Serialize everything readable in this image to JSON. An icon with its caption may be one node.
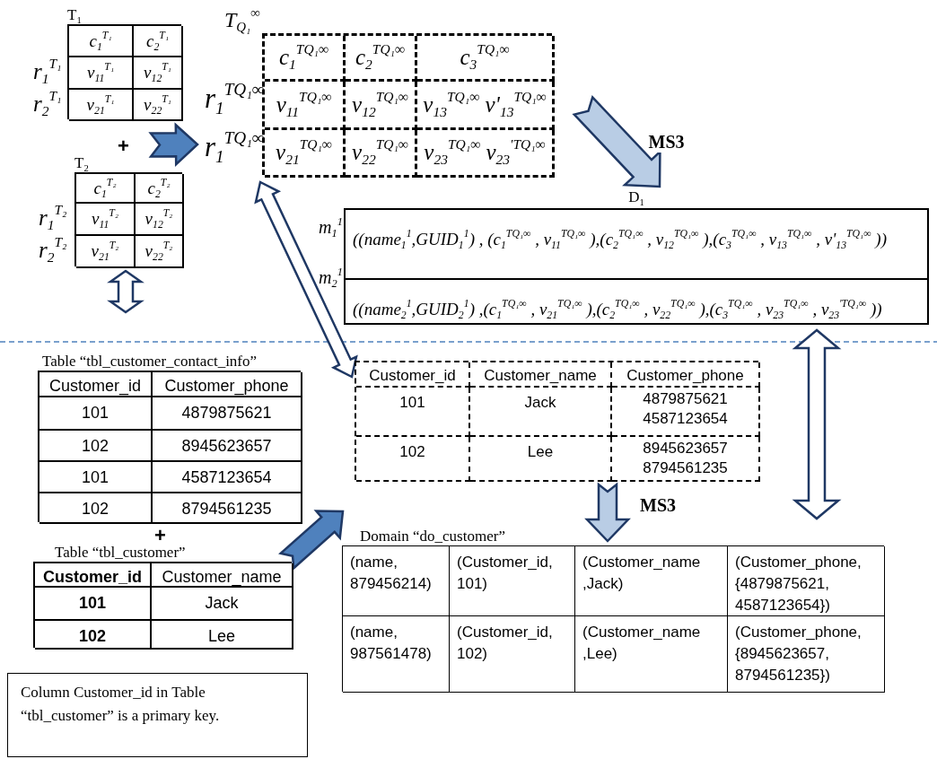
{
  "diagram": {
    "nodes": [
      {
        "text": [
          "T$_{1}$",
          "c$_{1}$$^{T₁}$",
          "c$_{2}$$^{T₁}$",
          "v$_{11}$$^{T₁}$",
          "v$_{12}$$^{T₁}$",
          "v$_{21}$$^{T₁}$",
          "v$_{22}$$^{T₁}$"
        ],
        "beside": [
          "r$_{1}$$^{T₁}$",
          "r$_{2}$$^{T₁}$"
        ]
      },
      {
        "text": [
          "T$_{2}$",
          "c$_{1}$$^{T₂}$",
          "c$_{2}$$^{T₂}$",
          "v$_{11}$$^{T₂}$",
          "v$_{12}$$^{T₂}$",
          "v$_{21}$$^{T₂}$",
          "v$_{22}$$^{T₂}$"
        ],
        "beside": [
          "r$_{1}$$^{T₂}$",
          "r$_{2}$$^{T₂}$"
        ]
      },
      {
        "text": [
          "T$_{Q₁}$$^{∞}$",
          "c$_{1}$$^{TQ₁∞}$",
          "c$_{2}$$^{TQ₁∞}$",
          "c$_{3}$$^{TQ₁∞}$",
          "v$_{11}$$^{TQ₁∞}$",
          "v$_{12}$$^{TQ₁∞}$",
          "v$_{13}$$^{TQ₁∞}$ v'$_{13}$$^{TQ₁∞}$",
          "v$_{21}$$^{TQ₁∞}$",
          "v$_{22}$$^{TQ₁∞}$",
          "v$_{23}$$^{TQ₁∞}$ v$_{23}$$^{'TQ₁∞}$"
        ],
        "beside": [
          "r$_{1}$$^{TQ₁∞}$",
          "r$_{1}$$^{TQ₁∞}$"
        ]
      },
      {
        "text": [
          "D$_{1}$",
          "((name$_{1}$$^{1}$,GUID$_{1}$$^{1}$) , (c$_{1}$$^{TQ₁∞}$ , v$_{11}$$^{TQ₁∞}$ ),(c$_{2}$$^{TQ₁∞}$ , v$_{12}$$^{TQ₁∞}$ ),(c$_{3}$$^{TQ₁∞}$ , v$_{13}$$^{TQ₁∞}$ , v'$_{13}$$^{TQ₁∞}$ ))",
          "((name$_{2}$$^{1}$,GUID$_{2}$$^{1}$) ,(c$_{1}$$^{TQ₁∞}$ , v$_{21}$$^{TQ₁∞}$ ),(c$_{2}$$^{TQ₁∞}$ , v$_{22}$$^{TQ₁∞}$ ),(c$_{3}$$^{TQ₁∞}$ , v$_{23}$$^{TQ₁∞}$ , v$_{23}$$^{'TQ₁∞}$ ))"
        ],
        "beside": [
          "m$_{1}$$^{1}$",
          "m$_{2}$$^{1}$"
        ]
      },
      {
        "text": [
          "Table “tbl_customer_contact_info”",
          "Customer_id",
          "Customer_phone",
          "101",
          "4879875621",
          "102",
          "8945623657",
          "101",
          "4587123654",
          "102",
          "8794561235"
        ]
      },
      {
        "text": [
          "Table “tbl_customer”",
          "Customer_id",
          "Customer_name",
          "101",
          "Jack",
          "102",
          "Lee"
        ]
      },
      {
        "text": [
          "Customer_id",
          "Customer_name",
          "Customer_phone",
          "101",
          "Jack",
          "4879875621 4587123654",
          "102",
          "Lee",
          "8945623657 8794561235"
        ]
      },
      {
        "text": [
          "Domain “do_customer”",
          "(name, 879456214)",
          "(Customer_id, 101)",
          "(Customer_name ,Jack)",
          "(Customer_phone, {4879875621, 4587123654})",
          "(name, 987561478)",
          "(Customer_id, 102)",
          "(Customer_name ,Lee)",
          "(Customer_phone, {8945623657, 8794561235})"
        ]
      },
      {
        "text": [
          "Column Customer_id in Table “tbl_customer” is a primary key."
        ]
      }
    ],
    "edges": [
      {
        "from": 0,
        "to": 2,
        "arrow": "to"
      },
      {
        "from": 1,
        "to": 2,
        "arrow": "to"
      },
      {
        "from": 2,
        "to": 3,
        "arrow": "to",
        "label": "MS3"
      },
      {
        "from": 2,
        "to": 6,
        "arrow": "both"
      },
      {
        "from": 1,
        "to": 4,
        "arrow": "both"
      },
      {
        "from": 3,
        "to": 7,
        "arrow": "both"
      },
      {
        "from": 4,
        "to": 6,
        "arrow": "to"
      },
      {
        "from": 5,
        "to": 6,
        "arrow": "to"
      },
      {
        "from": 6,
        "to": 7,
        "arrow": "to",
        "label": "MS3"
      }
    ],
    "labels": [
      "+",
      "+"
    ]
  }
}
